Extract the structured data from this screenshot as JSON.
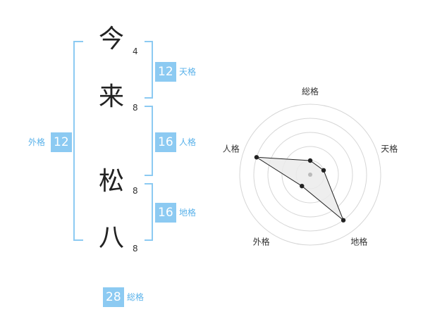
{
  "name_chars": [
    {
      "char": "今",
      "strokes": "4"
    },
    {
      "char": "来",
      "strokes": "8"
    },
    {
      "char": "松",
      "strokes": "8"
    },
    {
      "char": "八",
      "strokes": "8"
    }
  ],
  "fortune": {
    "tenkaku": {
      "value": "12",
      "label": "天格"
    },
    "jinkaku": {
      "value": "16",
      "label": "人格"
    },
    "chikaku": {
      "value": "16",
      "label": "地格"
    },
    "gaikaku": {
      "value": "12",
      "label": "外格"
    },
    "soukaku": {
      "value": "28",
      "label": "総格"
    }
  },
  "chart_data": {
    "type": "radar",
    "title": "",
    "axes": [
      "総格",
      "天格",
      "地格",
      "外格",
      "人格"
    ],
    "values": [
      1.0,
      1.0,
      4.0,
      1.0,
      4.0
    ],
    "max": 5,
    "rings": 5,
    "colors": {
      "fill": "#ebebeb",
      "line": "#222222",
      "grid": "#d6d6d6",
      "center": "#bbbbbb"
    }
  }
}
